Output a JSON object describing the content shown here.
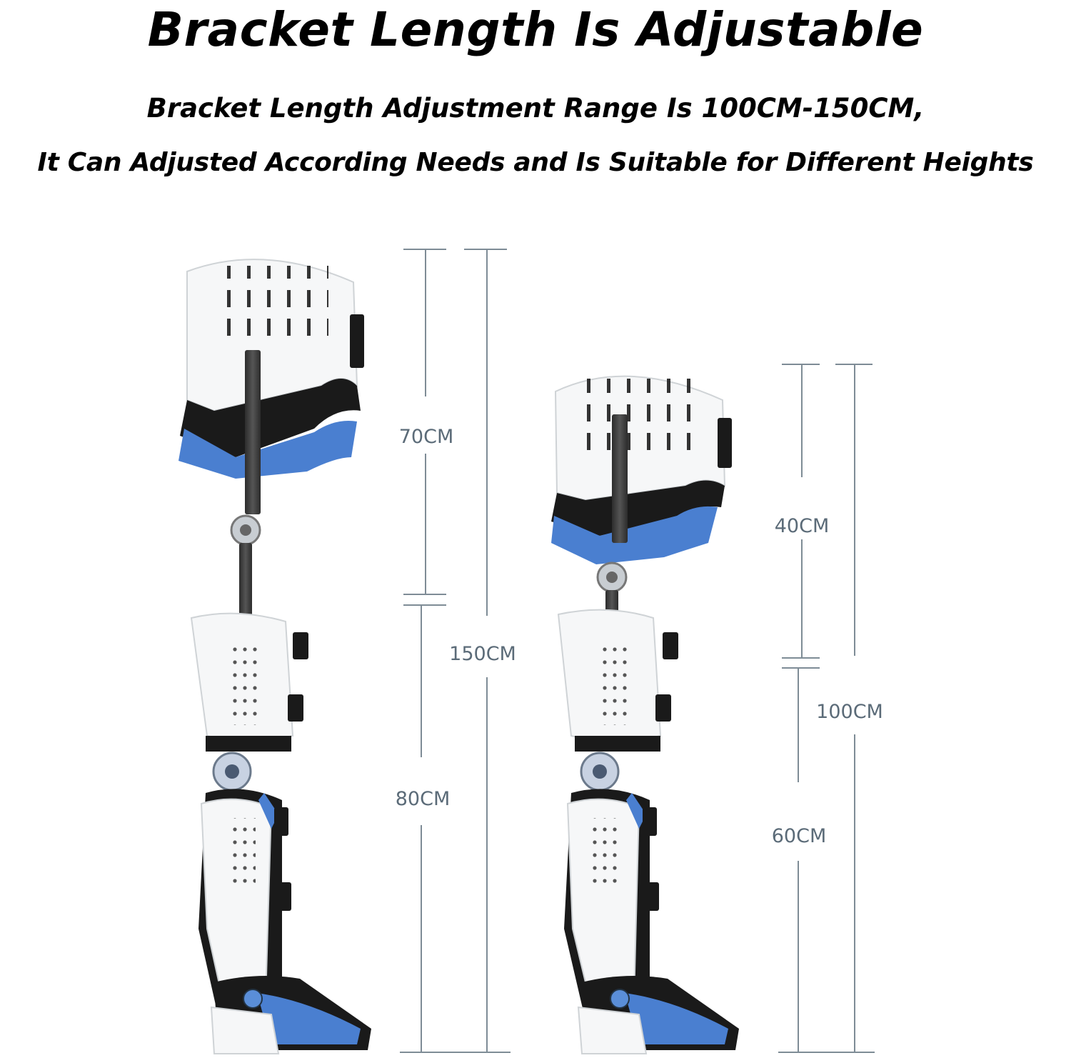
{
  "heading": {
    "title": "Bracket Length Is Adjustable",
    "line1": "Bracket Length Adjustment Range Is 100CM-150CM,",
    "line2": "It Can Adjusted According Needs and Is Suitable for Different Heights"
  },
  "left_brace": {
    "upper_label": "70CM",
    "lower_label": "80CM",
    "total_label": "150CM"
  },
  "right_brace": {
    "upper_label": "40CM",
    "lower_label": "60CM",
    "total_label": "100CM"
  },
  "colors": {
    "pad_blue": "#4a7fd0",
    "shell_white": "#f6f7f8",
    "strap_black": "#1a1a1a",
    "dimension_line": "#7e8c96"
  }
}
